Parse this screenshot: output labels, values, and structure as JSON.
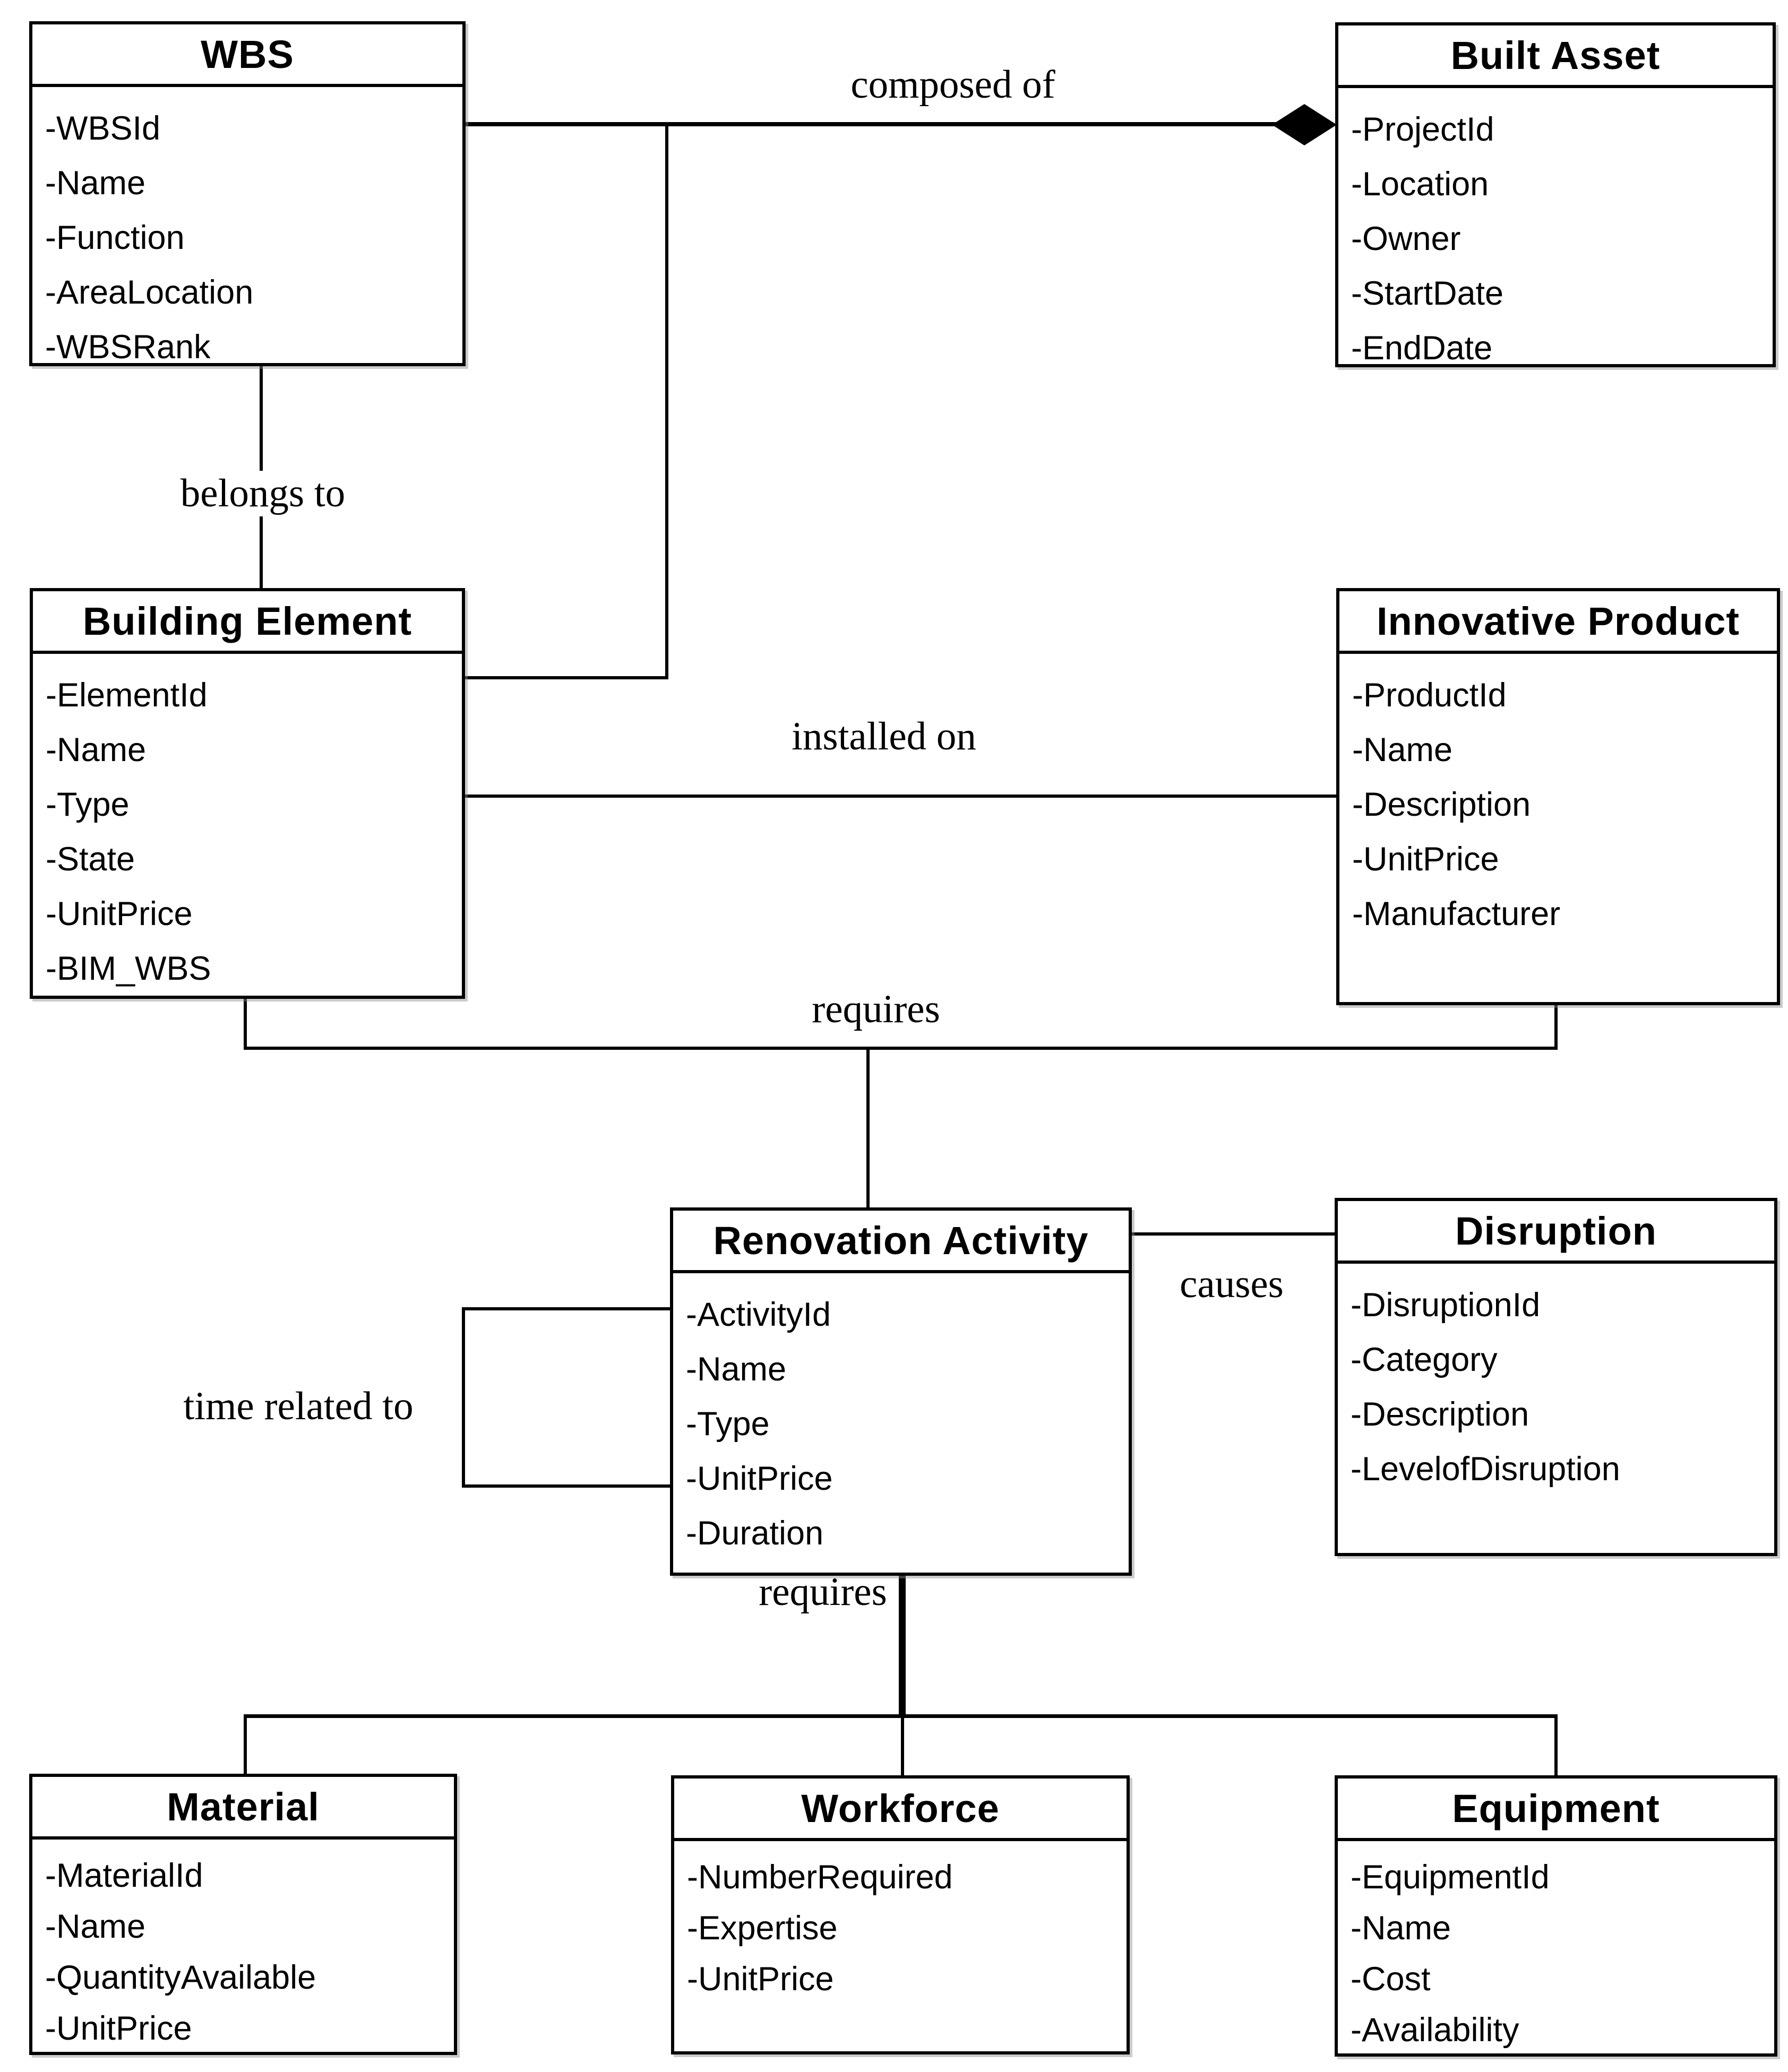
{
  "diagram": {
    "type": "uml-class-diagram",
    "colors": {
      "line": "#000000",
      "background": "#ffffff",
      "text": "#000000"
    },
    "classes": {
      "wbs": {
        "title": "WBS",
        "attributes": [
          "-WBSId",
          "-Name",
          "-Function",
          "-AreaLocation",
          "-WBSRank"
        ]
      },
      "built_asset": {
        "title": "Built Asset",
        "attributes": [
          "-ProjectId",
          "-Location",
          "-Owner",
          "-StartDate",
          "-EndDate"
        ]
      },
      "building_element": {
        "title": "Building Element",
        "attributes": [
          "-ElementId",
          "-Name",
          "-Type",
          "-State",
          "-UnitPrice",
          "-BIM_WBS"
        ]
      },
      "innovative_product": {
        "title": "Innovative Product",
        "attributes": [
          "-ProductId",
          "-Name",
          "-Description",
          "-UnitPrice",
          "-Manufacturer"
        ]
      },
      "renovation_activity": {
        "title": "Renovation Activity",
        "attributes": [
          "-ActivityId",
          "-Name",
          "-Type",
          "-UnitPrice",
          "-Duration"
        ]
      },
      "disruption": {
        "title": "Disruption",
        "attributes": [
          "-DisruptionId",
          "-Category",
          "-Description",
          "-LevelofDisruption"
        ]
      },
      "material": {
        "title": "Material",
        "attributes": [
          "-MaterialId",
          "-Name",
          "-QuantityAvailable",
          "-UnitPrice"
        ]
      },
      "workforce": {
        "title": "Workforce",
        "attributes": [
          "-NumberRequired",
          "-Expertise",
          "-UnitPrice"
        ]
      },
      "equipment": {
        "title": "Equipment",
        "attributes": [
          "-EquipmentId",
          "-Name",
          "-Cost",
          "-Availability"
        ]
      }
    },
    "relationships": {
      "composed_of": "composed of",
      "belongs_to": "belongs to",
      "installed_on": "installed on",
      "requires_upper": "requires",
      "causes": "causes",
      "time_related_to": "time related to",
      "requires_lower": "requires"
    }
  }
}
